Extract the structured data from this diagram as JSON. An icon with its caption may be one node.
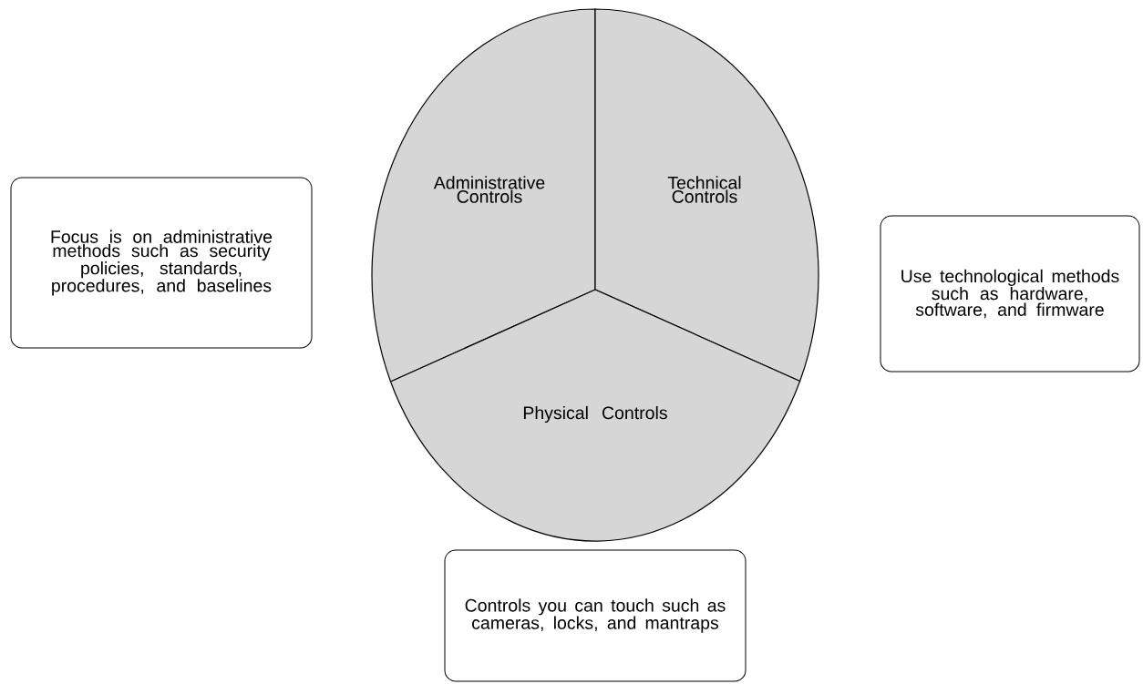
{
  "diagram": {
    "nodes": [
      {
        "text": [
          "Administrative Controls"
        ]
      },
      {
        "text": [
          "Technical Controls"
        ]
      },
      {
        "text": [
          "Physical Controls"
        ]
      },
      {
        "text": [
          "Focus is on administrative methods such as security policies, standards, procedures, and baselines"
        ]
      },
      {
        "text": [
          "Use technological methods such as hardware, software, and firmware"
        ]
      },
      {
        "text": [
          "Controls you can touch such as cameras, locks, and mantraps"
        ]
      }
    ],
    "edges": []
  }
}
